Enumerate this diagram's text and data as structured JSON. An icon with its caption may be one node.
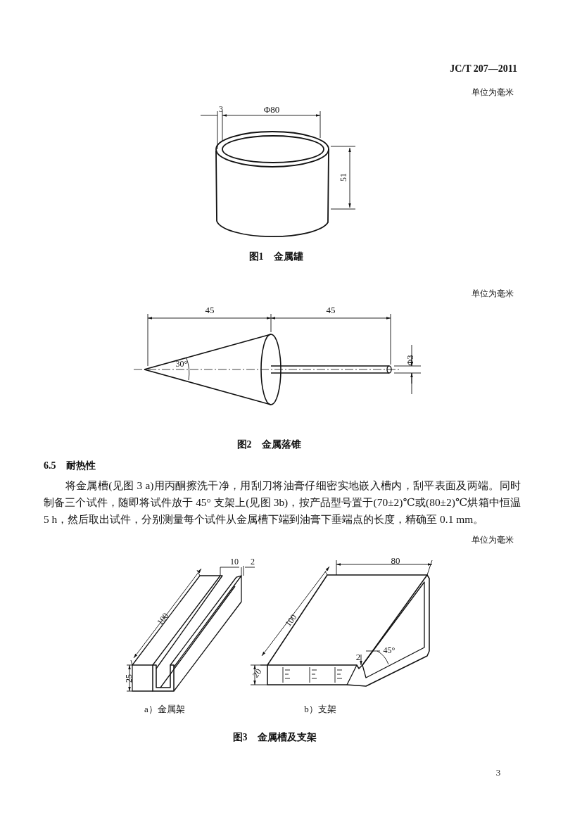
{
  "diagram": {
    "labels": [
      "JC/T 207—2011",
      "单位为毫米",
      "3",
      "Φ80",
      "51",
      "图1　金属罐",
      "单位为毫米",
      "45",
      "45",
      "30°",
      "Φ3",
      "图2　金属落锥",
      "6.5　耐热性",
      "将金属槽(见图 3 a)用丙酮擦洗干净，用刮刀将油膏仔细密实地嵌入槽内，刮平表面及两端。同时制备三个试件，随即将试件放于 45° 支架上(见图 3b)，按产品型号置于(70±2)℃或(80±2)℃烘箱中恒温 5 h，然后取出试件，分别测量每个试件从金属槽下端到油膏下垂端点的长度，精确至 0.1 mm。",
      "单位为毫米",
      "10",
      "2",
      "80",
      "100",
      "100",
      "45°",
      "2",
      "25",
      "20",
      "a）金属架",
      "b）支架",
      "图3　金属槽及支架",
      "3"
    ]
  }
}
